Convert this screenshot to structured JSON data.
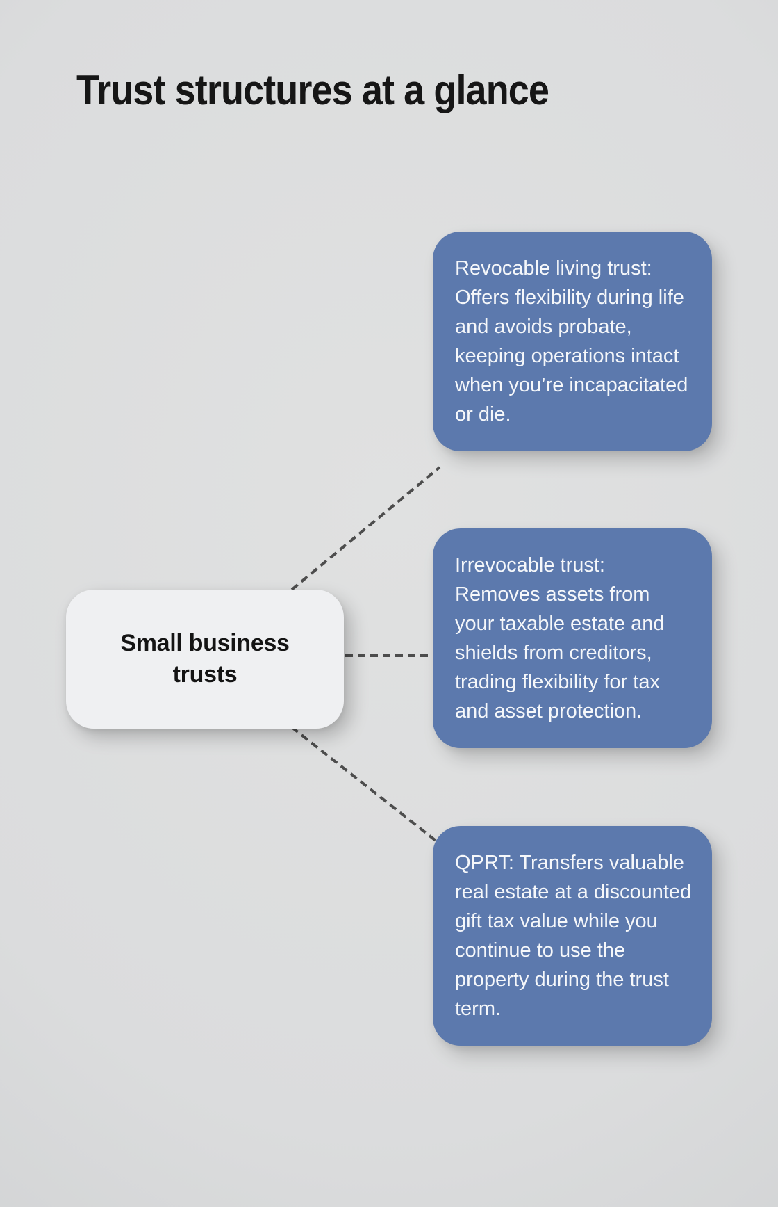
{
  "title": "Trust structures at a glance",
  "center_node": {
    "lines": [
      "Small business",
      "trusts"
    ]
  },
  "branches": [
    {
      "text": "Revocable living trust: Offers flexibility during life and avoids probate, keeping operations intact when you’re incapacitated or die."
    },
    {
      "text": "Irrevocable trust: Removes assets from your taxable estate and shields from creditors, trading flexibility for tax and asset protection."
    },
    {
      "text": "QPRT: Transfers valuable real estate at a discounted gift tax value while you continue to use the property during the trust term."
    }
  ],
  "colors": {
    "background": "#dbdcdd",
    "branch_fill": "#5c79ad",
    "branch_text": "#f5f7fa",
    "node_fill": "#eff0f2",
    "node_text": "#141414",
    "connector": "#4d4d4d",
    "title": "#161616"
  }
}
